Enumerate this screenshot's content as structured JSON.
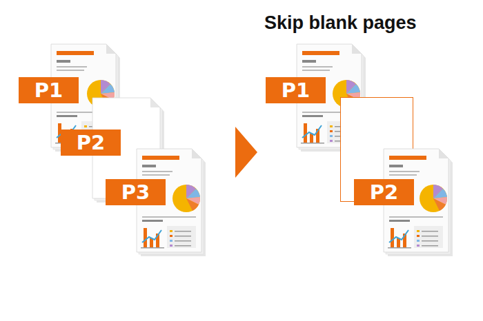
{
  "diagram": {
    "title": "Skip blank pages",
    "nodes": [
      {
        "text": [
          "P1"
        ]
      },
      {
        "text": [
          "P2"
        ]
      },
      {
        "text": [
          "P3"
        ]
      },
      {
        "text": [
          "P1"
        ]
      },
      {
        "text": [
          "P2"
        ]
      }
    ]
  }
}
